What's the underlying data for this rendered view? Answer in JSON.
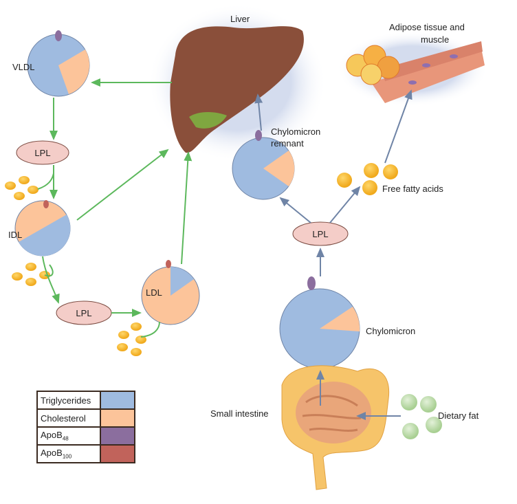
{
  "labels": {
    "liver": "Liver",
    "vldl": "VLDL",
    "idl": "IDL",
    "ldl": "LDL",
    "lpl": "LPL",
    "chylomicron_remnant_line1": "Chylomicron",
    "chylomicron_remnant_line2": "remnant",
    "chylomicron": "Chylomicron",
    "free_fatty_acids": "Free fatty acids",
    "adipose_line1": "Adipose tissue and",
    "adipose_line2": "muscle",
    "small_intestine": "Small intestine",
    "dietary_fat": "Dietary fat"
  },
  "legend": [
    {
      "label": "Triglycerides",
      "sub": "",
      "color": "#9fbbe0"
    },
    {
      "label": "Cholesterol",
      "sub": "",
      "color": "#fcc49a"
    },
    {
      "label": "ApoB",
      "sub": "48",
      "color": "#8b6e9e"
    },
    {
      "label": "ApoB",
      "sub": "100",
      "color": "#c1635b"
    }
  ],
  "colors": {
    "triglycerides": "#9fbbe0",
    "cholesterol": "#fcc49a",
    "apob48": "#8b6e9e",
    "apob100": "#c1635b",
    "liver_pathway_arrow": "#5cb85c",
    "intestinal_pathway_arrow": "#6f84a6",
    "lpl_fill": "#f4cdc8",
    "fat_droplet": "#f5b731",
    "dietary_fat": "#b9d9a8"
  }
}
